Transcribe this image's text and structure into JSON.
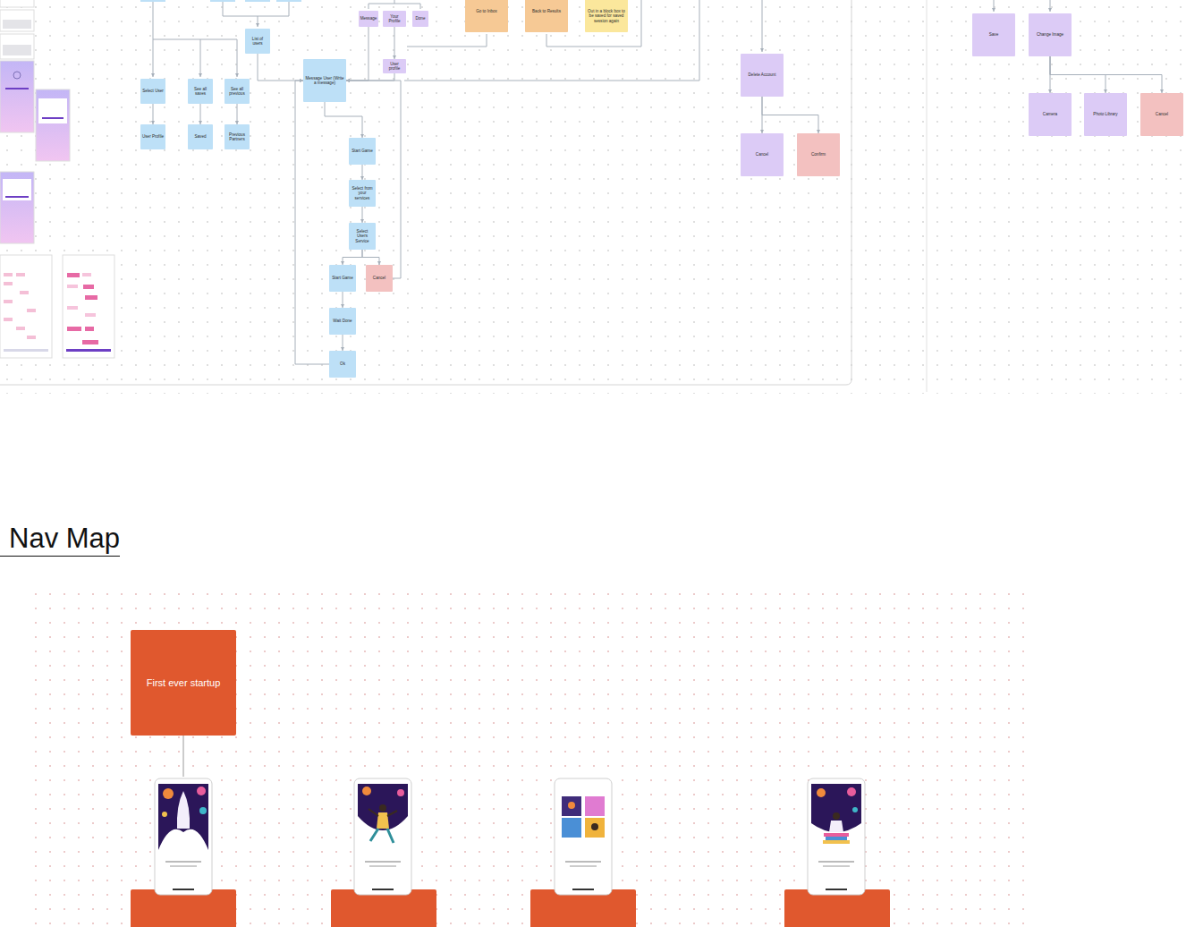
{
  "diagram": {
    "title": "Nav Map",
    "nodes": [
      {
        "text": [
          "Select User"
        ]
      },
      {
        "text": [
          "User Profile"
        ]
      },
      {
        "text": [
          "See all saves"
        ]
      },
      {
        "text": [
          "Saved"
        ]
      },
      {
        "text": [
          "See all previous"
        ]
      },
      {
        "text": [
          "Previous Partners"
        ]
      },
      {
        "text": [
          "List of users"
        ]
      },
      {
        "text": [
          "Message"
        ]
      },
      {
        "text": [
          "Your Profile"
        ]
      },
      {
        "text": [
          "Done"
        ]
      },
      {
        "text": [
          "User profile"
        ]
      },
      {
        "text": [
          "Go to Inbox"
        ]
      },
      {
        "text": [
          "Back to Results"
        ]
      },
      {
        "text": [
          "Out in a block box to be saved for saved session again"
        ]
      },
      {
        "text": [
          "Message User (Write a message)"
        ]
      },
      {
        "text": [
          "Start Game"
        ]
      },
      {
        "text": [
          "Select from your services"
        ]
      },
      {
        "text": [
          "Select Users Service"
        ]
      },
      {
        "text": [
          "Start Game"
        ]
      },
      {
        "text": [
          "Cancel"
        ]
      },
      {
        "text": [
          "Wait Done"
        ]
      },
      {
        "text": [
          "Ok"
        ]
      },
      {
        "text": [
          "Delete Account"
        ]
      },
      {
        "text": [
          "Cancel"
        ]
      },
      {
        "text": [
          "Confirm"
        ]
      },
      {
        "text": [
          "Save"
        ]
      },
      {
        "text": [
          "Change Image"
        ]
      },
      {
        "text": [
          "Camera"
        ]
      },
      {
        "text": [
          "Photo Library"
        ]
      },
      {
        "text": [
          "Cancel"
        ]
      },
      {
        "text": [
          "First ever startup"
        ]
      }
    ],
    "edges": [
      {
        "from": 0,
        "to": 1,
        "arrow": "to"
      },
      {
        "from": 2,
        "to": 3,
        "arrow": "to"
      },
      {
        "from": 4,
        "to": 5,
        "arrow": "to"
      },
      {
        "from": 6,
        "to": 14,
        "arrow": "to"
      },
      {
        "from": 7,
        "to": 14,
        "arrow": "to"
      },
      {
        "from": 8,
        "to": 10,
        "arrow": "to"
      },
      {
        "from": 10,
        "to": 14,
        "arrow": "to"
      },
      {
        "from": 14,
        "to": 15,
        "arrow": "to"
      },
      {
        "from": 15,
        "to": 16,
        "arrow": "to"
      },
      {
        "from": 16,
        "to": 17,
        "arrow": "to"
      },
      {
        "from": 17,
        "to": 18,
        "arrow": "to"
      },
      {
        "from": 17,
        "to": 19,
        "arrow": "to"
      },
      {
        "from": 18,
        "to": 20,
        "arrow": "to"
      },
      {
        "from": 20,
        "to": 21,
        "arrow": "to"
      },
      {
        "from": 21,
        "to": 14,
        "arrow": "to"
      },
      {
        "from": 19,
        "to": 14,
        "arrow": "to"
      },
      {
        "from": 22,
        "to": 23,
        "arrow": "to"
      },
      {
        "from": 22,
        "to": 24,
        "arrow": "to"
      },
      {
        "from": 26,
        "to": 27,
        "arrow": "to"
      },
      {
        "from": 26,
        "to": 28,
        "arrow": "to"
      },
      {
        "from": 26,
        "to": 29,
        "arrow": "to"
      }
    ]
  }
}
